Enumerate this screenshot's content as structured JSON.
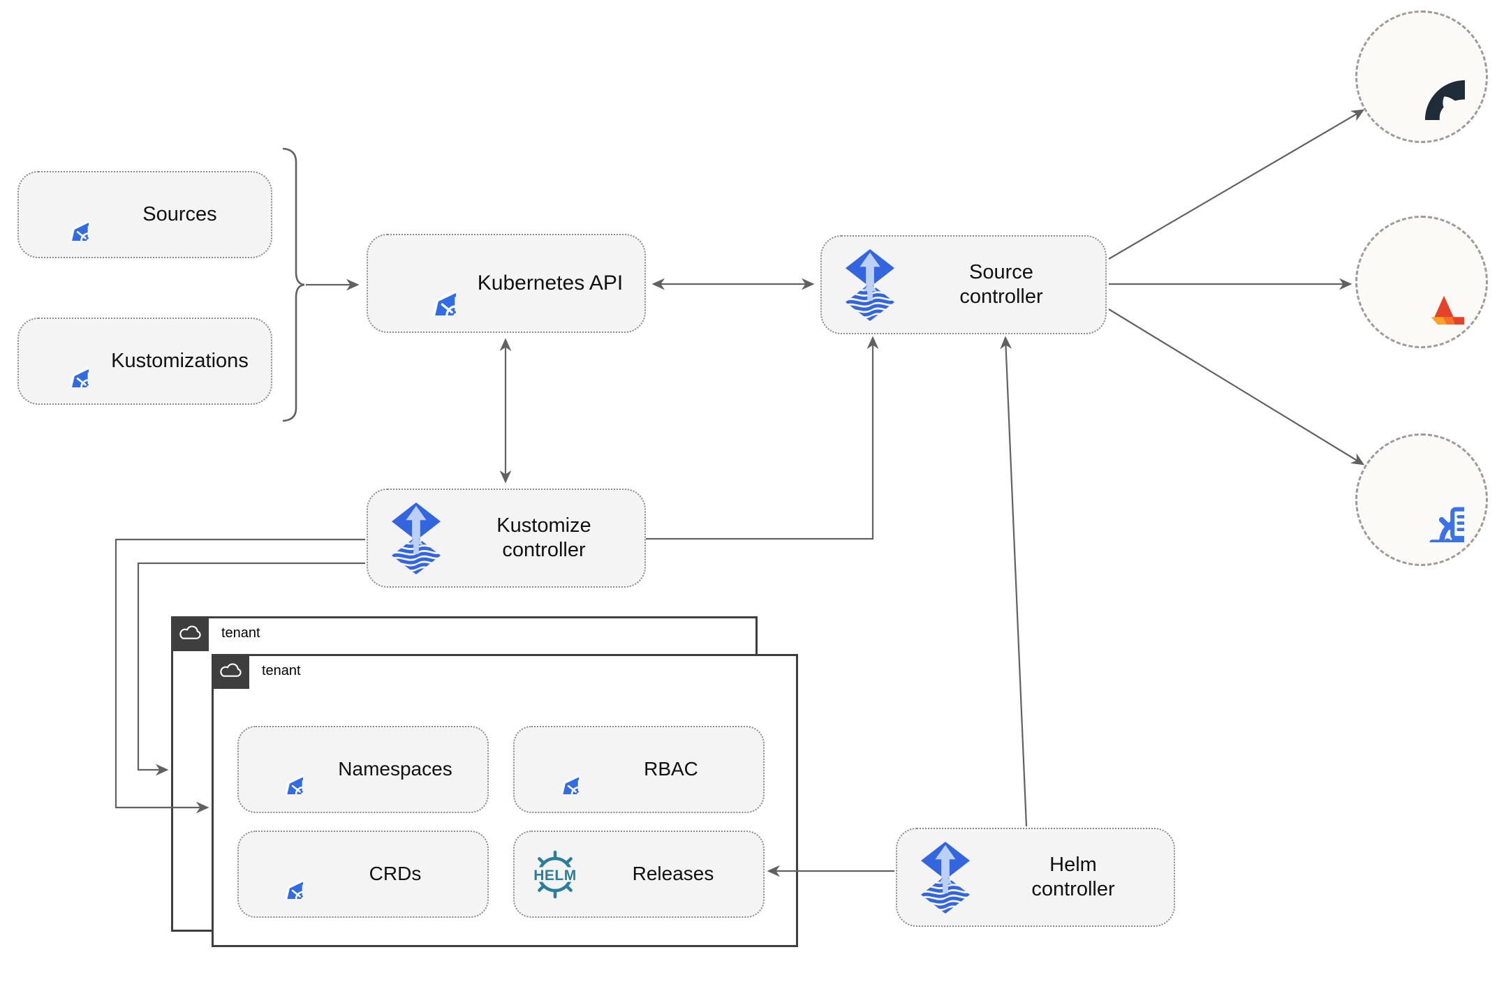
{
  "nodes": {
    "sources": "Sources",
    "kustomizations": "Kustomizations",
    "kubernetes_api": "Kubernetes API",
    "source_controller": "Source controller",
    "kustomize_controller": "Kustomize controller",
    "helm_controller": "Helm controller",
    "tenant_back": "tenant",
    "tenant_front": "tenant",
    "namespaces": "Namespaces",
    "rbac": "RBAC",
    "crds": "CRDs",
    "releases": "Releases"
  },
  "icons": {
    "helm_logo_text": "HELM",
    "kubernetes": "kubernetes-icon",
    "flux": "flux-icon",
    "helm": "helm-icon",
    "cloud": "cloud-icon",
    "github": "github-icon",
    "gitlab": "gitlab-icon",
    "chartmuseum": "chartmuseum-icon"
  },
  "colors": {
    "kubernetes_blue": "#326ce5",
    "flux_blue": "#3365de",
    "flux_light": "#bcd0f5",
    "helm_teal": "#2a7e9c",
    "github_dark": "#1f2d38",
    "gitlab_red": "#e24329",
    "gitlab_orange": "#fc6d26",
    "gitlab_light_orange": "#fca326",
    "chartmuseum_blue": "#3b72e8",
    "edge_gray": "#616161"
  }
}
